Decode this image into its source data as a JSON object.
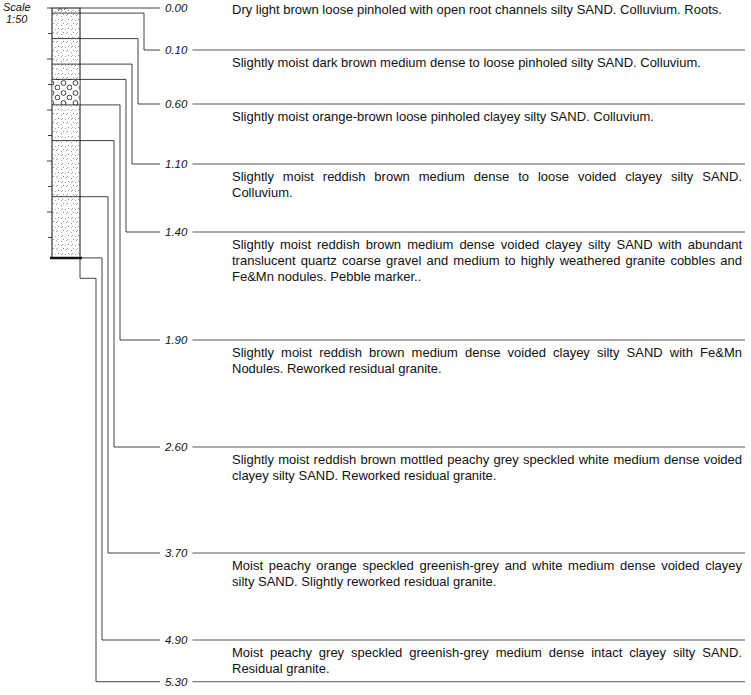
{
  "diagram": {
    "labels": [
      "Scale",
      "1:50",
      "0.00",
      "Dry light brown loose pinholed with open root channels silty SAND. Colluvium. Roots.",
      "0.10",
      "Slightly moist dark brown medium dense to loose pinholed silty SAND. Colluvium.",
      "0.60",
      "Slightly moist orange-brown loose pinholed clayey silty SAND. Colluvium.",
      "1.10",
      "Slightly moist reddish brown medium dense to loose voided clayey silty SAND. Colluvium.",
      "1.40",
      "Slightly moist reddish brown medium dense voided clayey silty SAND with abundant translucent quartz coarse gravel and medium to highly weathered granite cobbles and Fe&Mn nodules. Pebble marker..",
      "1.90",
      "Slightly moist reddish brown medium dense voided clayey silty SAND with Fe&Mn Nodules. Reworked residual granite.",
      "2.60",
      "Slightly moist reddish brown mottled peachy grey speckled white medium dense voided clayey silty SAND. Reworked residual granite.",
      "3.70",
      "Moist peachy orange speckled greenish-grey and white medium dense voided clayey silty SAND. Slightly reworked residual granite.",
      "4.90",
      "Moist peachy grey speckled greenish-grey medium dense intact clayey silty SAND. Residual granite.",
      "5.30"
    ]
  }
}
